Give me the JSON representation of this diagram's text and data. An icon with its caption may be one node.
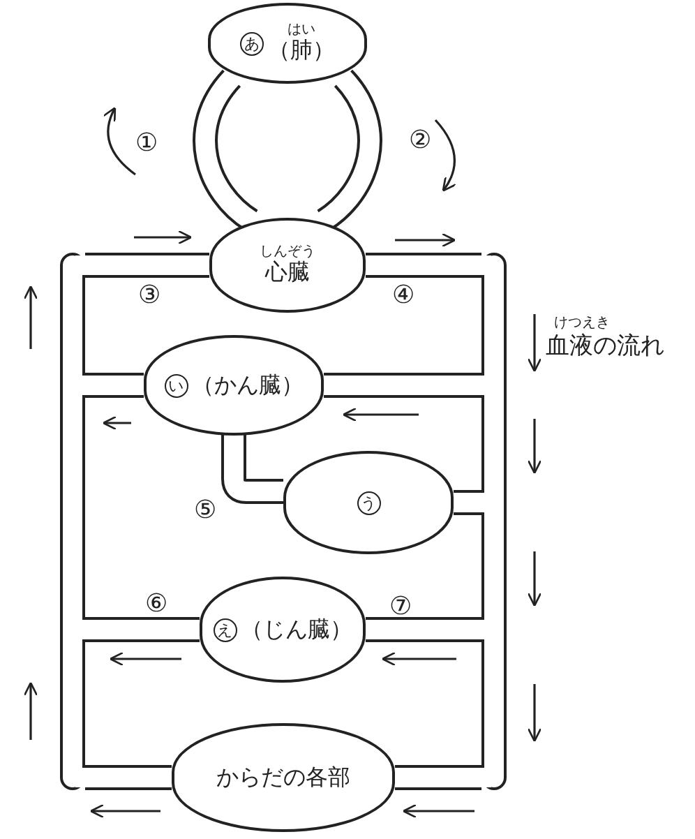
{
  "diagram": {
    "nodes": [
      {
        "text": [
          "あ",
          "はい",
          "（肺）"
        ]
      },
      {
        "text": [
          "しんぞう",
          "心臓"
        ]
      },
      {
        "text": [
          "い",
          "（かん臓）"
        ]
      },
      {
        "text": [
          "う"
        ]
      },
      {
        "text": [
          "え",
          "（じん臓）"
        ]
      },
      {
        "text": [
          "からだの各部"
        ]
      },
      {
        "text": [],
        "shape": "bar"
      },
      {
        "text": [],
        "shape": "bar"
      }
    ],
    "edges": [
      {
        "from": 1,
        "to": 0,
        "arrow": "none"
      },
      {
        "from": 0,
        "to": 1,
        "arrow": "none"
      },
      {
        "from": 1,
        "to": 7,
        "arrow": "none"
      },
      {
        "from": 7,
        "to": 2,
        "arrow": "none"
      },
      {
        "from": 7,
        "to": 3,
        "arrow": "none"
      },
      {
        "from": 7,
        "to": 4,
        "arrow": "none"
      },
      {
        "from": 7,
        "to": 5,
        "arrow": "none"
      },
      {
        "from": 2,
        "to": 6,
        "arrow": "none"
      },
      {
        "from": 3,
        "to": 2,
        "arrow": "none"
      },
      {
        "from": 4,
        "to": 6,
        "arrow": "none"
      },
      {
        "from": 5,
        "to": 6,
        "arrow": "none"
      },
      {
        "from": 6,
        "to": 1,
        "arrow": "none"
      }
    ],
    "labels": [
      "①",
      "②",
      "③",
      "④",
      "けつえき",
      "⑤",
      "⑥",
      "⑦"
    ],
    "legend": [
      {
        "text": "血液の流れ"
      }
    ]
  }
}
